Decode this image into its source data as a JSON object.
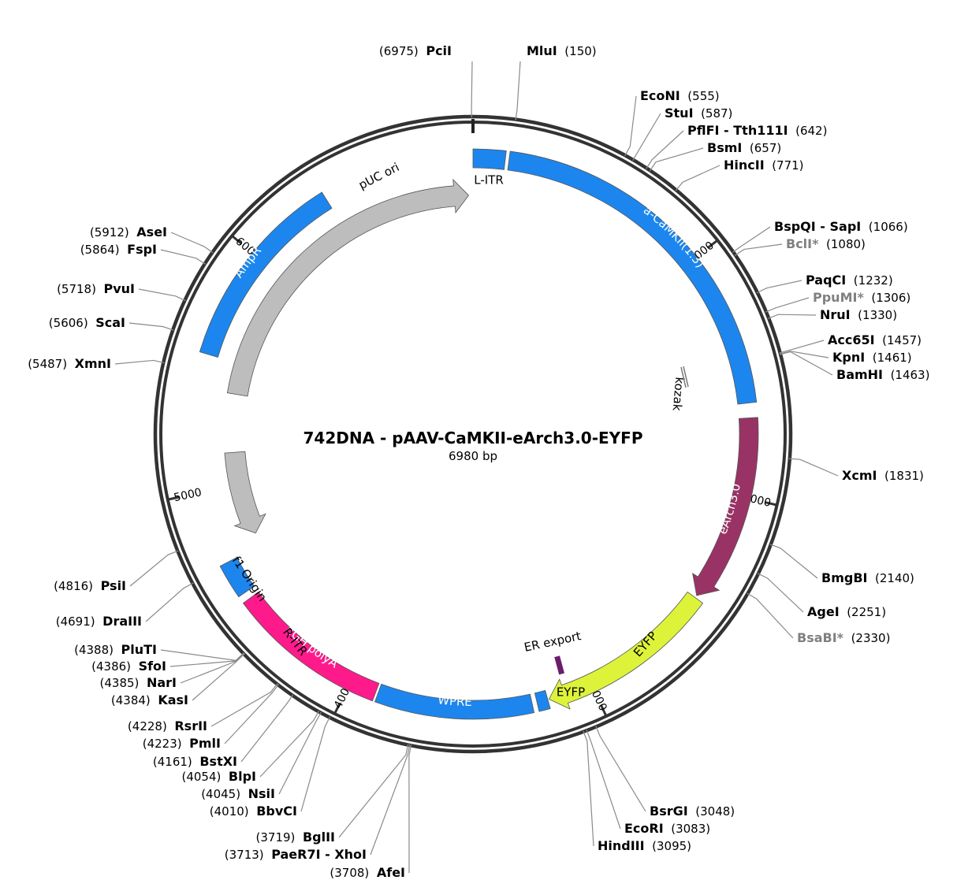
{
  "plasmid": {
    "title": "742DNA - pAAV-CaMKII-eArch3.0-EYFP",
    "subtitle": "6980 bp",
    "length": 6980
  },
  "ticks": [
    "1000",
    "2000",
    "3000",
    "4000",
    "5000",
    "6000"
  ],
  "features": [
    {
      "name": "pUC ori",
      "color": "#bdbdbd"
    },
    {
      "name": "L-ITR",
      "color": "#1c86ee"
    },
    {
      "name": "a-CaMKII(1.3)",
      "color": "#1c86ee"
    },
    {
      "name": "kozak",
      "color": "#808080"
    },
    {
      "name": "eArch3.0",
      "color": "#993366"
    },
    {
      "name": "EYFP",
      "color": "#ddf33a"
    },
    {
      "name": "EYFP",
      "color": "#1c86ee"
    },
    {
      "name": "ER export",
      "color": "#6b1d6b"
    },
    {
      "name": "WPRE",
      "color": "#1c86ee"
    },
    {
      "name": "hGH polyA",
      "color": "#ff1a8c"
    },
    {
      "name": "R-ITR",
      "color": "#1c86ee"
    },
    {
      "name": "f1 Origin",
      "color": "#bdbdbd"
    },
    {
      "name": "AmpR",
      "color": "#1c86ee"
    }
  ],
  "sites": [
    {
      "name": "PciI",
      "pos": "(6975)"
    },
    {
      "name": "MluI",
      "pos": "(150)"
    },
    {
      "name": "EcoNI",
      "pos": "(555)"
    },
    {
      "name": "StuI",
      "pos": "(587)"
    },
    {
      "name": "PflFI",
      "name2": "Tth111I",
      "pos": "(642)"
    },
    {
      "name": "BsmI",
      "pos": "(657)"
    },
    {
      "name": "HincII",
      "pos": "(771)"
    },
    {
      "name": "BspQI",
      "name2": "SapI",
      "pos": "(1066)"
    },
    {
      "name": "BclI*",
      "pos": "(1080)"
    },
    {
      "name": "PaqCI",
      "pos": "(1232)"
    },
    {
      "name": "PpuMI*",
      "pos": "(1306)"
    },
    {
      "name": "NruI",
      "pos": "(1330)"
    },
    {
      "name": "Acc65I",
      "pos": "(1457)"
    },
    {
      "name": "KpnI",
      "pos": "(1461)"
    },
    {
      "name": "BamHI",
      "pos": "(1463)"
    },
    {
      "name": "XcmI",
      "pos": "(1831)"
    },
    {
      "name": "BmgBI",
      "pos": "(2140)"
    },
    {
      "name": "AgeI",
      "pos": "(2251)"
    },
    {
      "name": "BsaBI*",
      "pos": "(2330)"
    },
    {
      "name": "BsrGI",
      "pos": "(3048)"
    },
    {
      "name": "EcoRI",
      "pos": "(3083)"
    },
    {
      "name": "HindIII",
      "pos": "(3095)"
    },
    {
      "name": "AfeI",
      "pos": "(3708)"
    },
    {
      "name": "PaeR7I",
      "name2": "XhoI",
      "pos": "(3713)"
    },
    {
      "name": "BglII",
      "pos": "(3719)"
    },
    {
      "name": "BbvCI",
      "pos": "(4010)"
    },
    {
      "name": "NsiI",
      "pos": "(4045)"
    },
    {
      "name": "BlpI",
      "pos": "(4054)"
    },
    {
      "name": "BstXI",
      "pos": "(4161)"
    },
    {
      "name": "PmlI",
      "pos": "(4223)"
    },
    {
      "name": "RsrII",
      "pos": "(4228)"
    },
    {
      "name": "KasI",
      "pos": "(4384)"
    },
    {
      "name": "NarI",
      "pos": "(4385)"
    },
    {
      "name": "SfoI",
      "pos": "(4386)"
    },
    {
      "name": "PluTI",
      "pos": "(4388)"
    },
    {
      "name": "DraIII",
      "pos": "(4691)"
    },
    {
      "name": "PsiI",
      "pos": "(4816)"
    },
    {
      "name": "XmnI",
      "pos": "(5487)"
    },
    {
      "name": "ScaI",
      "pos": "(5606)"
    },
    {
      "name": "PvuI",
      "pos": "(5718)"
    },
    {
      "name": "FspI",
      "pos": "(5864)"
    },
    {
      "name": "AseI",
      "pos": "(5912)"
    }
  ]
}
